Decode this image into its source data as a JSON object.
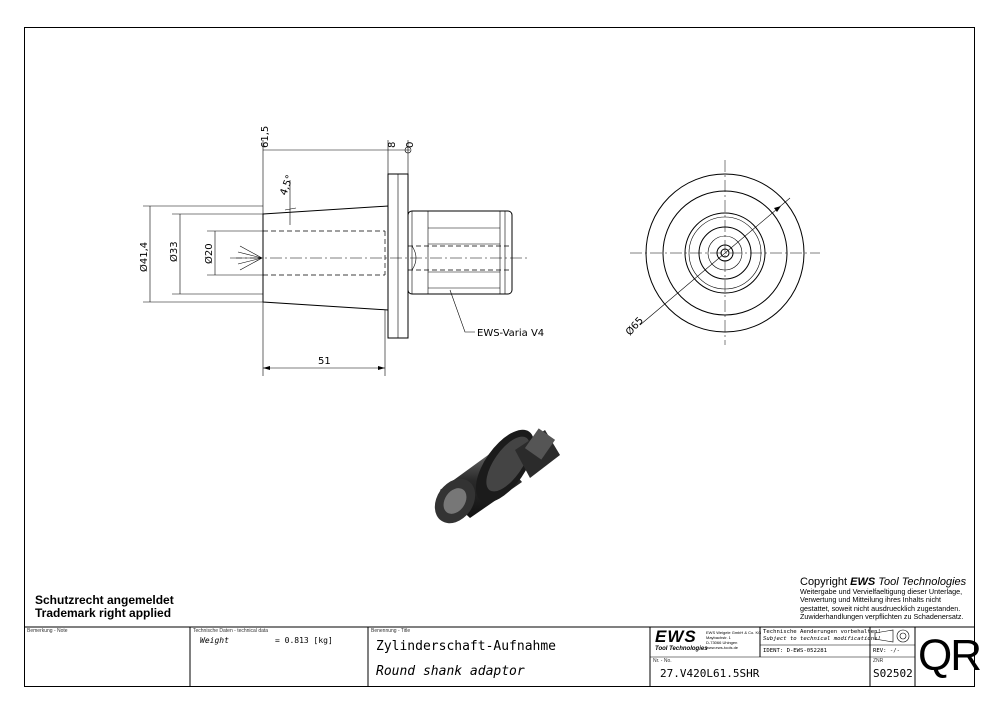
{
  "dimensions": {
    "len_total": "61,5",
    "flange_offset": "8",
    "datum": "0",
    "taper_angle": "4,5°",
    "dia_outer": "Ø41,4",
    "dia_mid": "Ø33",
    "dia_bore": "Ø20",
    "len_shank": "51",
    "dia_flange": "Ø65",
    "interface_label": "EWS-Varia V4"
  },
  "notes": {
    "patent_line1": "Schutzrecht angemeldet",
    "patent_line2": "Trademark right applied"
  },
  "copyright": {
    "prefix": "Copyright",
    "brand": "EWS",
    "brand_rest": "Tool Technologies",
    "line1": "Weitergabe und Vervielfaeltigung dieser Unterlage,",
    "line2": "Verwertung und Mitteilung ihres Inhalts nicht",
    "line3": "gestattet, soweit nicht ausdruecklich zugestanden.",
    "line4": "Zuwiderhandlungen verpflichten zu Schadenersatz."
  },
  "title_block": {
    "note_label": "Bemerkung - Note",
    "tech_label": "Technische Daten - technical data",
    "weight_label": "Weight",
    "weight_value": "= 0.813 [kg]",
    "title_label": "Benennung - Title",
    "title_de": "Zylinderschaft-Aufnahme",
    "title_en": "Round shank adaptor",
    "company_logo": "EWS",
    "company_sub": "Tool Technologies",
    "company_addr1": "EWS Weigele GmbH & Co. KG",
    "company_addr2": "Maybachstr. 1",
    "company_addr3": "D-73066 Uhingen",
    "company_addr4": "www.ews-tools.de",
    "changes_de": "Technische Aenderungen vorbehalten!",
    "changes_en": "Subject to technical modifications!",
    "ident": "IDENT: D-EWS-052281",
    "rev": "REV: -/-",
    "nr_label": "Nr. - No.",
    "part_no": "27.V420L61.5SHR",
    "dwg_label": "ZNR",
    "dwg_no": "S02502",
    "qr": "QR"
  }
}
